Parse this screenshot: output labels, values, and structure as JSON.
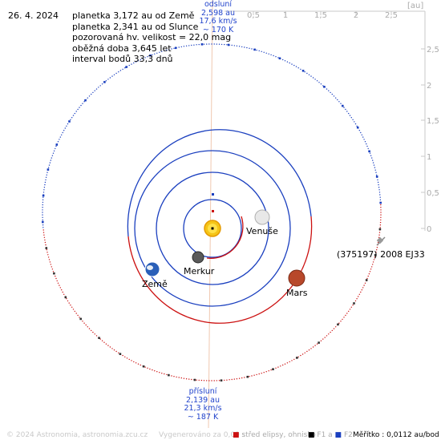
{
  "date": "26. 4. 2024",
  "info": {
    "line1": "planetka 3,172 au od Země",
    "line2": "planetka 2,341 au od Slunce",
    "line3": "pozorovaná hv. velikost = 22,0 mag",
    "line4": "oběžná doba 3,645 let",
    "line5": "interval bodů 33,3 dnů"
  },
  "aphelion": {
    "label": "odsluní",
    "distance": "2,598 au",
    "speed": "17,6 km/s",
    "temp": "~ 170 K"
  },
  "perihelion": {
    "label": "přísluní",
    "distance": "2,139 au",
    "speed": "21,3 km/s",
    "temp": "~ 187 K"
  },
  "axis": {
    "unit": "[au]",
    "top_ticks": [
      "0,5",
      "1",
      "1,5",
      "2",
      "2,5"
    ],
    "right_ticks": [
      "2,5",
      "2",
      "1,5",
      "1",
      "0,5",
      "0"
    ]
  },
  "planets": {
    "mercury": "Merkur",
    "venus": "Venuše",
    "earth": "Země",
    "mars": "Mars"
  },
  "asteroid_label": "(375197) 2008 EJ33",
  "footer": {
    "credit": "© 2024 Astronomia, astronomia.zcu.cz",
    "generated": "Vygenerováno za 0,09 s",
    "center": "střed elipsy, ohnisko",
    "f1": "F1 a",
    "f2": "F2",
    "scale": "Měřítko : 0,0112 au/bod"
  },
  "colors": {
    "orbit_above": "#1a3fbf",
    "orbit_below": "#cc1111",
    "apsis_line": "#f0c8b0",
    "apsis_text": "#2244cc",
    "axis": "#c8c8c8"
  }
}
